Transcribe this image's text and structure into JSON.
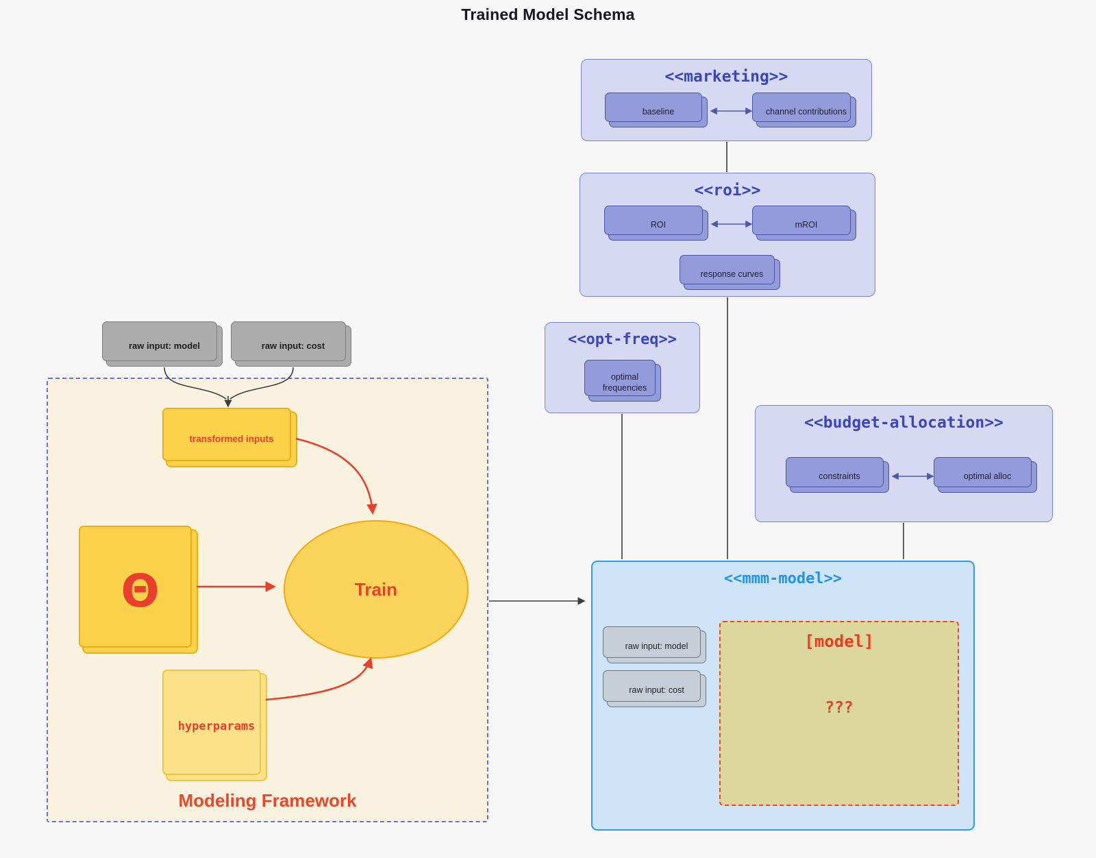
{
  "diagram": {
    "title": "Trained Model Schema",
    "marketing": {
      "stereotype": "<<marketing>>",
      "baseline": "baseline",
      "channel": "channel contributions"
    },
    "roi": {
      "stereotype": "<<roi>>",
      "roi": "ROI",
      "mroi": "mROI",
      "response": "response curves"
    },
    "opt_freq": {
      "stereotype": "<<opt-freq>>",
      "card": "optimal frequencies"
    },
    "budget": {
      "stereotype": "<<budget-allocation>>",
      "constraints": "constraints",
      "optimal_alloc": "optimal alloc"
    },
    "mmm": {
      "stereotype": "<<mmm-model>>",
      "raw_model": "raw input: model",
      "raw_cost": "raw input: cost",
      "model": "[model]",
      "unknown": "???"
    },
    "framework": {
      "label": "Modeling Framework",
      "raw_model": "raw input: model",
      "raw_cost": "raw input: cost",
      "transformed": "transformed inputs",
      "theta": "Θ",
      "train": "Train",
      "hyperparams": "hyperparams"
    },
    "colors": {
      "background": "#f7f7f8",
      "purple_container_fill": "#d6d9f2",
      "purple_border": "#7c84d0",
      "purple_card_fill": "#949bda",
      "indigo_text": "#3a46ba",
      "blue_container_fill": "#cfe4f6",
      "blue_border": "#2d9cf1",
      "blue_text": "#2094eb",
      "gray_card_fill": "#acacac",
      "gray_light_card_fill": "#c6cfd7",
      "cream_fill": "#f9f2df",
      "cream_dash_border": "#6574da",
      "yellow_fill": "#fcd24b",
      "yellow_light_fill": "#fbe28a",
      "gold_border": "#eaaf14",
      "khaki_fill": "#dcd89d",
      "red_accent": "#e8402c",
      "line_dark": "#3d3d3d",
      "arrow_purple": "#4d59ac"
    }
  }
}
